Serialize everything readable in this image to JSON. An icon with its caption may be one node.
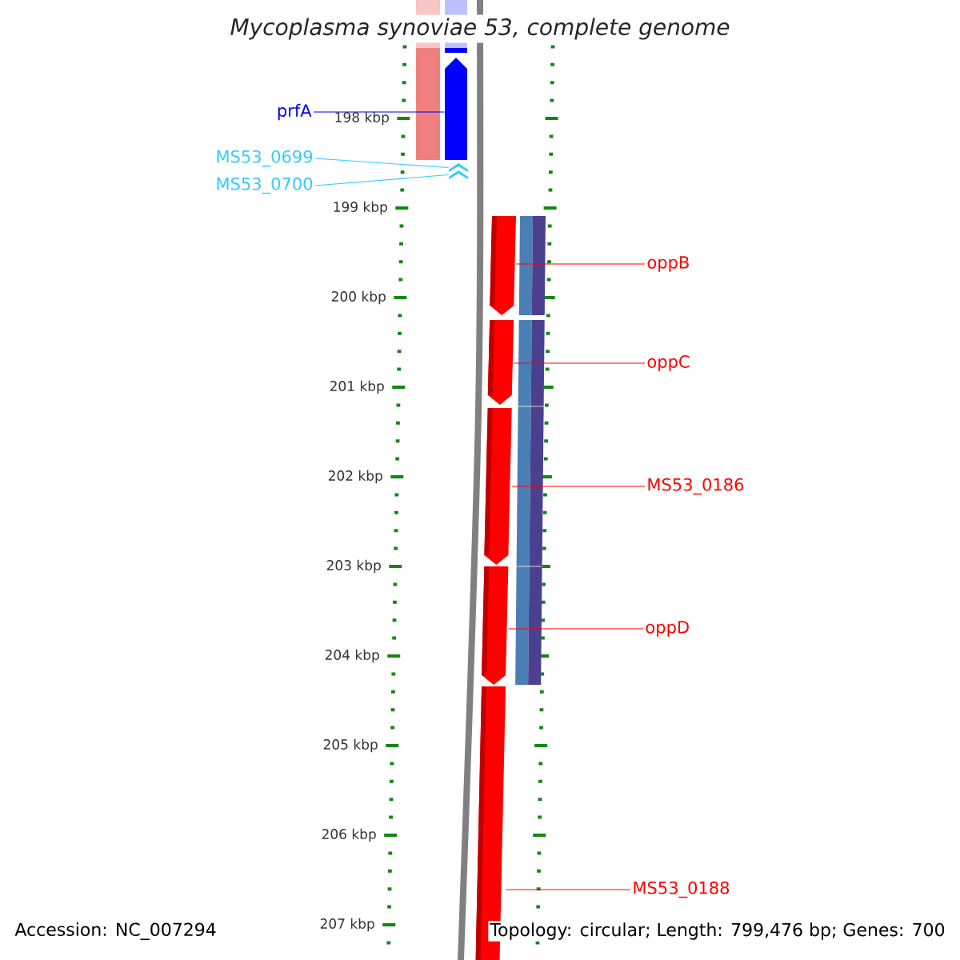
{
  "diagram": {
    "title": "Mycoplasma synoviae 53, complete genome",
    "nodes": [
      {
        "text": [
          "prfA"
        ]
      },
      {
        "text": [
          "MS53_0699"
        ]
      },
      {
        "text": [
          "MS53_0700"
        ]
      },
      {
        "text": [
          "oppB"
        ]
      },
      {
        "text": [
          "oppC"
        ]
      },
      {
        "text": [
          "MS53_0186"
        ]
      },
      {
        "text": [
          "oppD"
        ]
      },
      {
        "text": [
          "MS53_0188"
        ]
      },
      {
        "text": [],
        "shape": "bar"
      },
      {
        "text": [],
        "shape": "bar"
      },
      {
        "text": [],
        "shape": "bar"
      },
      {
        "text": [],
        "shape": "bar"
      },
      {
        "text": [],
        "shape": "bar"
      },
      {
        "text": [],
        "shape": "bar"
      },
      {
        "text": [],
        "shape": "bar"
      },
      {
        "text": [],
        "shape": "bar"
      }
    ],
    "edges": [
      {
        "from": 0,
        "to": 8,
        "arrow": "none",
        "color": "#0000ff"
      },
      {
        "from": 1,
        "to": 9,
        "arrow": "none",
        "color": "#33ccff"
      },
      {
        "from": 2,
        "to": 10,
        "arrow": "none",
        "color": "#33ccff"
      },
      {
        "from": 3,
        "to": 11,
        "arrow": "none"
      },
      {
        "from": 4,
        "to": 12,
        "arrow": "none"
      },
      {
        "from": 5,
        "to": 13,
        "arrow": "none"
      },
      {
        "from": 6,
        "to": 14,
        "arrow": "none"
      },
      {
        "from": 7,
        "to": 15,
        "arrow": "none"
      }
    ],
    "labels": [
      "198 kbp",
      "199 kbp",
      "200 kbp",
      "201 kbp",
      "202 kbp",
      "203 kbp",
      "204 kbp",
      "205 kbp",
      "206 kbp",
      "207 kbp",
      "Accession: NC_007294",
      "Topology: circular; Length: 799,476 bp; Genes: 700"
    ]
  }
}
